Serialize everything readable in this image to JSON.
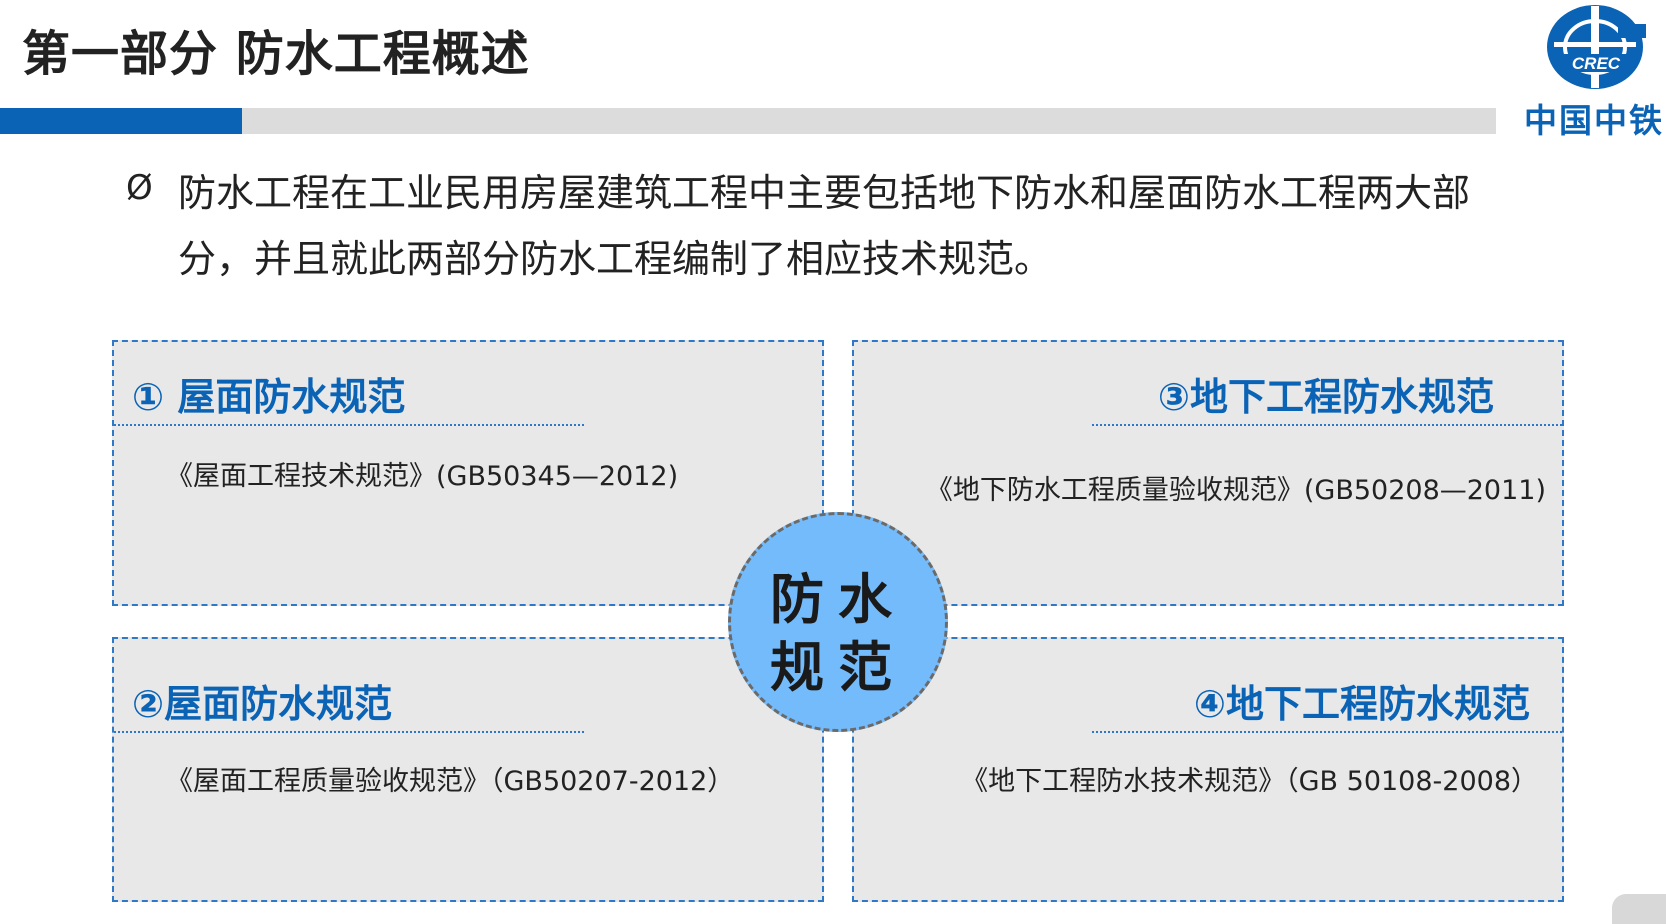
{
  "header": {
    "title": "第一部分  防水工程概述",
    "logo_text": "中国中铁",
    "logo_letters": "CREC"
  },
  "intro": {
    "bullet": "Ø",
    "text": "防水工程在工业民用房屋建筑工程中主要包括地下防水和屋面防水工程两大部分，并且就此两部分防水工程编制了相应技术规范。"
  },
  "center": {
    "line1": "防水",
    "line2": "规范"
  },
  "quadrants": {
    "q1": {
      "title": "① 屋面防水规范",
      "body": "《屋面工程技术规范》(GB50345—2012)"
    },
    "q2": {
      "title": "②屋面防水规范",
      "body": "《屋面工程质量验收规范》（GB50207-2012）"
    },
    "q3": {
      "title": "③地下工程防水规范",
      "body": "《地下防水工程质量验收规范》(GB50208—2011)"
    },
    "q4": {
      "title": "④地下工程防水规范",
      "body": "《地下工程防水技术规范》（GB 50108-2008）"
    }
  },
  "colors": {
    "brand_blue": "#0b63b6",
    "center_fill": "#74bbfb",
    "panel_fill": "#e8e8e8",
    "dash_border": "#2e78c8"
  }
}
